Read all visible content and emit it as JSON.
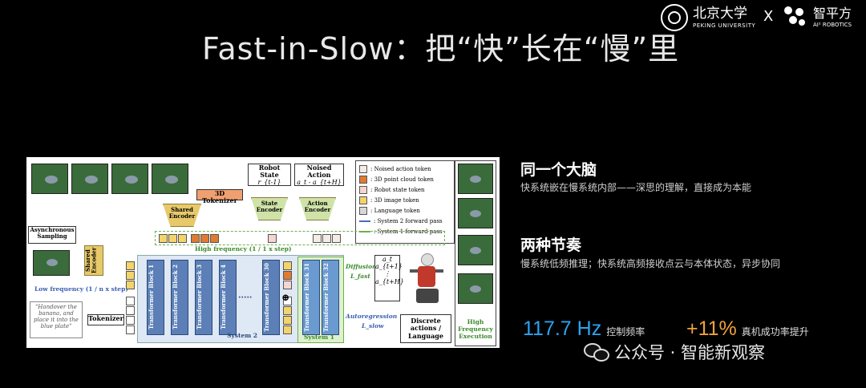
{
  "title": "Fast-in-Slow：把“快”长在“慢”里",
  "logos": {
    "pku_cn": "北京大学",
    "pku_en": "PEKING UNIVERSITY",
    "separator": "X",
    "ai_cn": "智平方",
    "ai_en": "AI² ROBOTICS"
  },
  "figure": {
    "tokenizer_3d": "3D Tokenizer",
    "shared_encoder": "Shared Encoder",
    "robot_state": "Robot State",
    "robot_state_sym": "r_{t-1}",
    "noised_action": "Noised Action",
    "noised_action_sym": "a_t - a_{t+H}",
    "state_encoder": "State Encoder",
    "action_encoder": "Action Encoder",
    "async_sampling": "Asynchronous Sampling",
    "high_freq": "High frequency (1 / 1 x step)",
    "low_freq": "Low frequency (1 / n x step)",
    "instruction": "\"Handover the banana, and place it into the blue plate\"",
    "tokenizer": "Tokenizer",
    "blocks": [
      "Transformer Block 1",
      "Transformer Block 2",
      "Transformer Block 3",
      "Transformer Block 4",
      "Transformer Block 30",
      "Transformer Block 31",
      "Transformer Block 32"
    ],
    "system2": "System 2",
    "system1": "System 1",
    "diffusion": "Diffusion",
    "l_fast": "L_fast",
    "autoregression": "Autoregression",
    "l_slow": "L_slow",
    "actions": [
      "a_t",
      "a_{t+1}",
      "⋮",
      "a_{t+H}"
    ],
    "discrete": "Discrete actions / Language",
    "high_freq_exec": "High Frequency Execution",
    "legend": [
      {
        "label": ": Noised action token",
        "color": "#f3ece4"
      },
      {
        "label": ": 3D point cloud token",
        "color": "#e07a30"
      },
      {
        "label": ": Robot state token",
        "color": "#f5d5d0"
      },
      {
        "label": ": 3D image token",
        "color": "#f3d46a"
      },
      {
        "label": ": Language token",
        "color": "#d8d8d8"
      },
      {
        "label": ": System 2 forward pass",
        "color": "#4a6fb5",
        "line": true
      },
      {
        "label": ": System 1 forward pass",
        "color": "#6ab04c",
        "line": true
      }
    ]
  },
  "right": {
    "section1_title": "同一个大脑",
    "section1_desc": "快系统嵌在慢系统内部——深思的理解，直接成为本能",
    "section2_title": "两种节奏",
    "section2_desc": "慢系统低频推理；快系统高频接收点云与本体状态，异步协同",
    "stat1_value": "117.7 Hz",
    "stat1_label": "控制频率",
    "stat2_value": "+11%",
    "stat2_label": "真机成功率提升",
    "stat1_color": "#2ba3f0",
    "stat2_color": "#f0a23a"
  },
  "watermark": "公众号 · 智能新观察"
}
